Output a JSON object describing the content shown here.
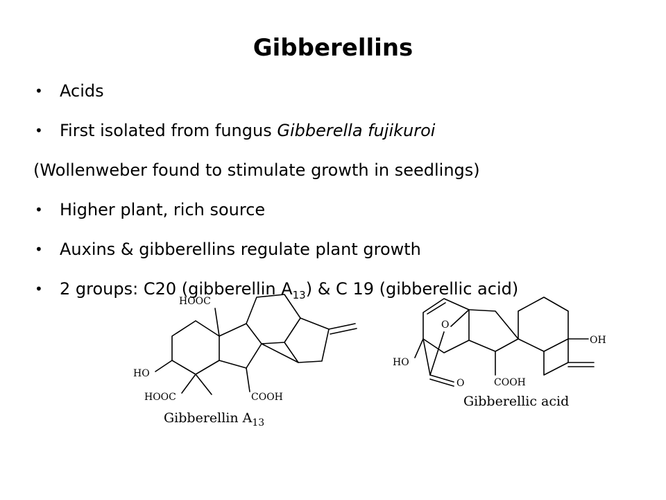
{
  "slide": {
    "title": "Gibberellins",
    "bullets": {
      "b1": "Acids",
      "b2_text": "First isolated from fungus ",
      "b2_italic": "Gibberella  fujikuroi",
      "note": "(Wollenweber found to stimulate growth in seedlings)",
      "b3": "Higher plant, rich source",
      "b4": "Auxins & gibberellins regulate plant growth",
      "b5_before": "2 groups: C20 (gibberellin A",
      "b5_sub": "13",
      "b5_after": ") & C 19 (gibberellic acid)"
    }
  },
  "structure_a13": {
    "label_hooc_top": "HOOC",
    "label_ho": "HO",
    "label_hooc_bottom": "HOOC",
    "label_cooh": "COOH",
    "caption": "Gibberellin A",
    "caption_sub": "13"
  },
  "structure_ga": {
    "label_o_ring": "O",
    "label_ho": "HO",
    "label_o_carbonyl": "O",
    "label_cooh": "COOH",
    "label_oh": "OH",
    "caption": "Gibberellic acid"
  }
}
